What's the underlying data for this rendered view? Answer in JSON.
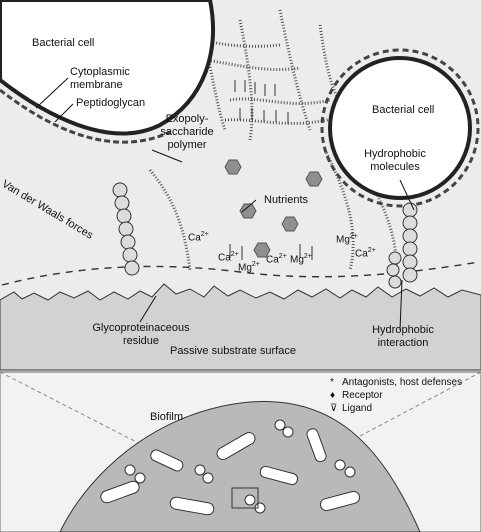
{
  "labels": {
    "bacterial_cell_left": "Bacterial cell",
    "cytoplasmic_line1": "Cytoplasmic",
    "cytoplasmic_line2": "membrane",
    "peptidoglycan": "Peptidoglycan",
    "exopoly_line1": "Exopoly-",
    "exopoly_line2": "saccharide",
    "exopoly_line3": "polymer",
    "van_der_waals": "Van der Waals forces",
    "bacterial_cell_right": "Bacterial cell",
    "hydrophobic_molecules_line1": "Hydrophobic",
    "hydrophobic_molecules_line2": "molecules",
    "nutrients": "Nutrients",
    "glyco_line1": "Glycoproteinaceous",
    "glyco_line2": "residue",
    "passive_substrate": "Passive substrate surface",
    "hydrophobic_interaction_line1": "Hydrophobic",
    "hydrophobic_interaction_line2": "interaction",
    "biofilm": "Biofilm"
  },
  "ions": {
    "ca_a": {
      "symbol": "Ca",
      "charge": "2+"
    },
    "ca_b": {
      "symbol": "Ca",
      "charge": "2+"
    },
    "mg_a": {
      "symbol": "Mg",
      "charge": "2+"
    },
    "ca_c": {
      "symbol": "Ca",
      "charge": "2+"
    },
    "mg_b": {
      "symbol": "Mg",
      "charge": "2+"
    },
    "mg_c": {
      "symbol": "Mg",
      "charge": "2+"
    },
    "ca_d": {
      "symbol": "Ca",
      "charge": "2+"
    }
  },
  "legend": {
    "items": [
      {
        "symbol": "*",
        "label": "Antagonists, host defenses"
      },
      {
        "symbol": "♦",
        "label": "Receptor"
      },
      {
        "symbol": "⊽",
        "label": "Ligand"
      }
    ]
  },
  "colors": {
    "cell_fill": "#ffffff",
    "outline": "#222222",
    "surface": "#cfcfcf",
    "biofilm_fill": "#b9b9b9",
    "nutrient_fill": "#8f8f8f"
  }
}
